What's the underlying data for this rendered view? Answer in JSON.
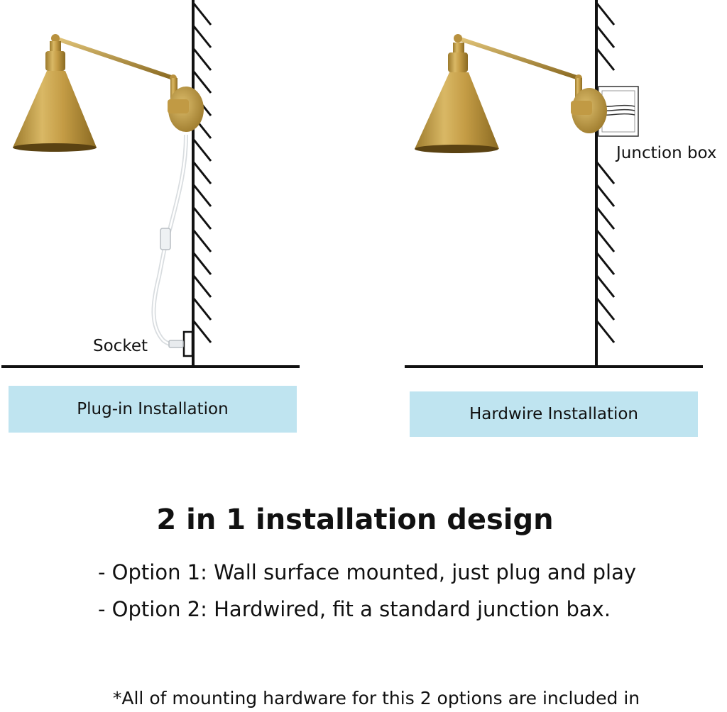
{
  "left_panel": {
    "socket_label": "Socket",
    "install_label": "Plug-in Installation"
  },
  "right_panel": {
    "junction_label": "Junction box",
    "install_label": "Hardwire Installation"
  },
  "headline": "2 in 1 installation design",
  "options": [
    "- Option 1: Wall surface mounted, just plug and play",
    "- Option 2: Hardwired, fit a standard junction bax."
  ],
  "footnote": "*All of mounting hardware for this 2 options are included in",
  "colors": {
    "label_bg": "#bfe4f0",
    "brass": "#c9a24a",
    "brass_dark": "#8f6d22",
    "line": "#111111"
  }
}
